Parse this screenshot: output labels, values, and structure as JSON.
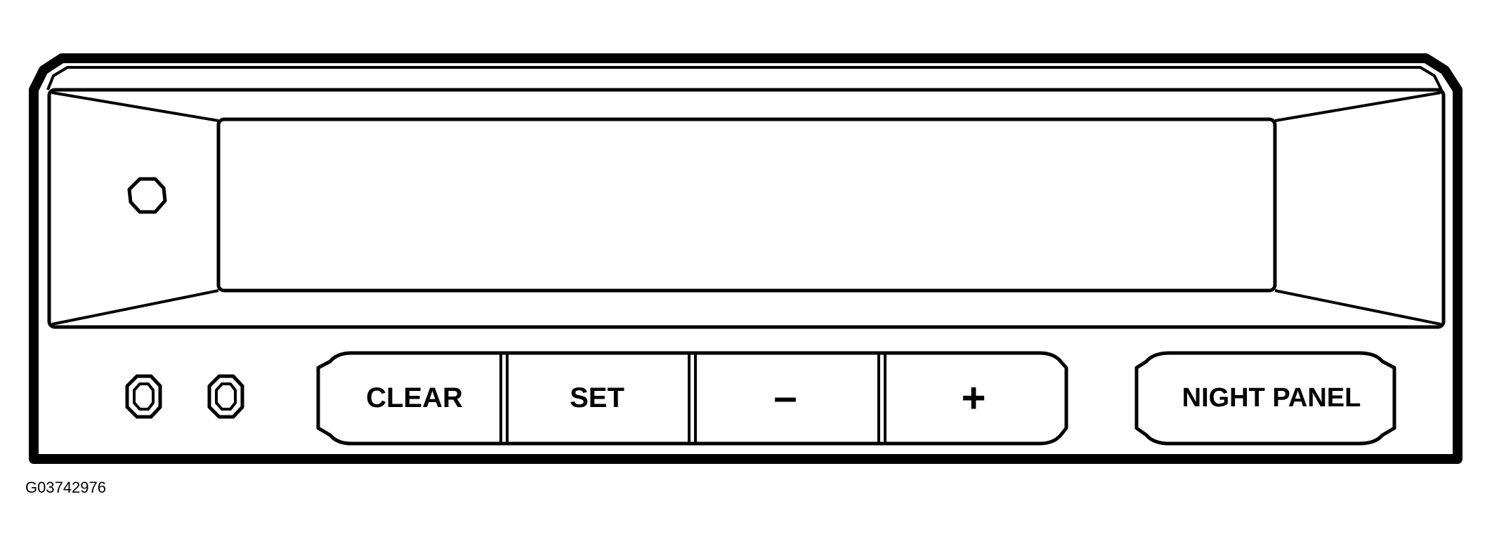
{
  "colors": {
    "stroke": "#000000",
    "background": "#ffffff"
  },
  "buttons": {
    "clear_label": "CLEAR",
    "set_label": "SET",
    "minus_label": "–",
    "plus_label": "+",
    "night_panel_label": "NIGHT PANEL"
  },
  "figure_id": "G03742976"
}
